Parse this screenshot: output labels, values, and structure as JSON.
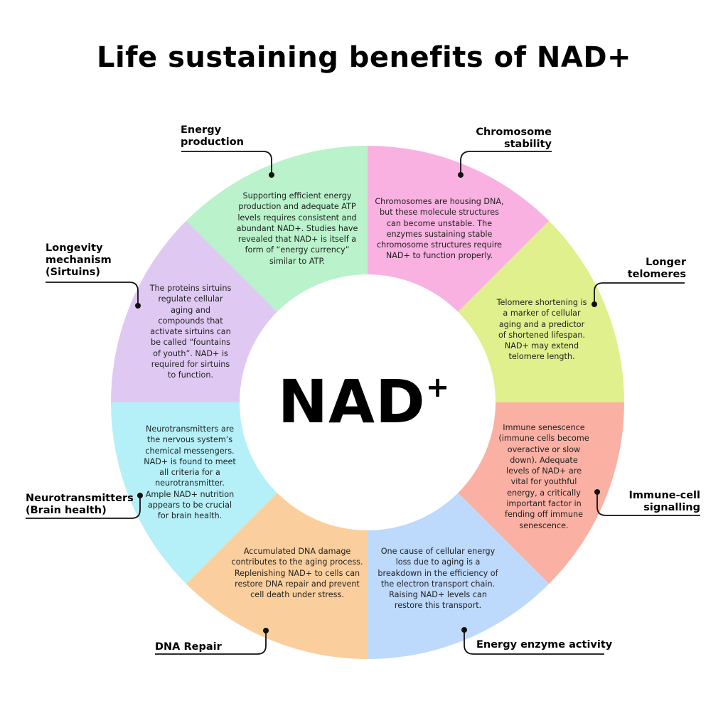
{
  "title": "Life sustaining benefits of NAD+",
  "center": {
    "main": "NAD",
    "sup": "+"
  },
  "segments": [
    {
      "label": "Energy production",
      "color": "#b9f2cb",
      "text": "Supporting efficient energy production and adequate ATP levels requires consistent and abundant NAD+. Studies have revealed that NAD+ is itself a form of “energy currency” similar to ATP."
    },
    {
      "label": "Chromosome stability",
      "color": "#f8b1e0",
      "text": "Chromosomes are housing DNA, but these molecule structures can become unstable. The enzymes sustaining stable chromosome structures require NAD+ to function properly."
    },
    {
      "label": "Longer telomeres",
      "color": "#dff08d",
      "text": "Telomere shortening is a marker of cellular aging and a predictor of shortened lifespan. NAD+ may extend telomere length."
    },
    {
      "label": "Immune-cell signalling",
      "color": "#fbb0a4",
      "text": "Immune senescence (immune cells become overactive or slow down). Adequate levels of NAD+ are vital for youthful energy, a critically important factor in fending off immune senescence."
    },
    {
      "label": "Energy enzyme activity",
      "color": "#bdd9fb",
      "text": "One cause of cellular energy loss due to aging is a breakdown in the efficiency of the electron transport chain. Raising NAD+ levels can restore this transport."
    },
    {
      "label": "DNA Repair",
      "color": "#fbcf9d",
      "text": "Accumulated DNA damage contributes to the aging process. Replenishing NAD+ to cells can restore DNA repair and prevent cell death under stress."
    },
    {
      "label": "Neurotransmitters (Brain health)",
      "color": "#b5f0f8",
      "text": "Neurotransmitters are the nervous system’s chemical messengers. NAD+ is found to meet all criteria for a neurotransmitter. Ample NAD+ nutrition appears to be crucial for brain health."
    },
    {
      "label": "Longevity mechanism (Sirtuins)",
      "color": "#dfc9f3",
      "text": "The proteins sirtuins regulate cellular aging and compounds that activate sirtuins can be called “fountains of youth”. NAD+ is required for sirtuins to function."
    }
  ]
}
